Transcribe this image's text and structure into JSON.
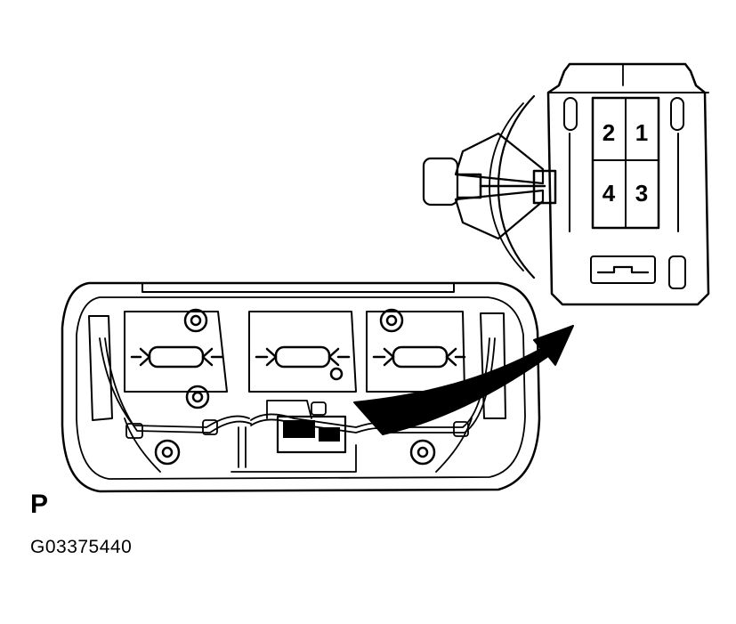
{
  "connector": {
    "label": "P",
    "pins": [
      "1",
      "2",
      "3",
      "4"
    ]
  },
  "figure": {
    "id": "G03375440"
  },
  "colors": {
    "ink": "#000000",
    "paper": "#ffffff"
  },
  "parts": {
    "housing": "housing-icon",
    "bulbs": "bulb-icon",
    "harness": "wire-harness-icon",
    "connector": "connector-icon",
    "arrow": "arrow-icon"
  }
}
